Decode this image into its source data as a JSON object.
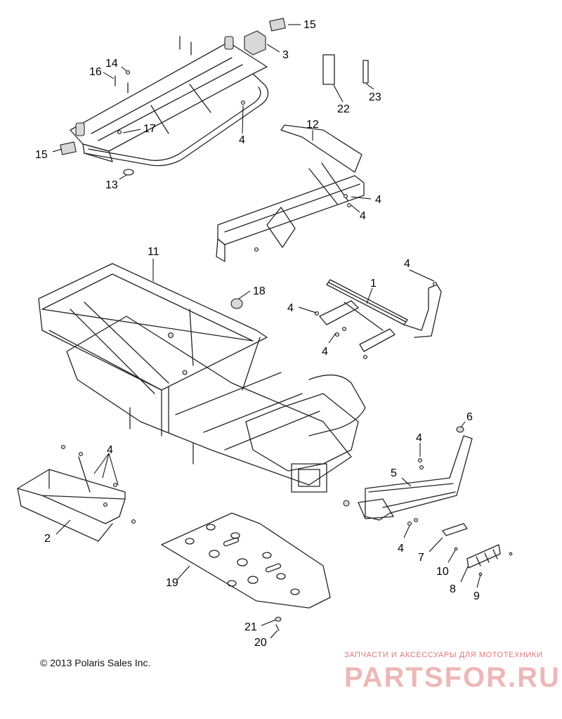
{
  "callouts": {
    "c1": "1",
    "c2": "2",
    "c3": "3",
    "c4a": "4",
    "c4b": "4",
    "c4c": "4",
    "c4d": "4",
    "c4e": "4",
    "c4f": "4",
    "c4g": "4",
    "c4h": "4",
    "c4i": "4",
    "c5": "5",
    "c6": "6",
    "c7": "7",
    "c8": "8",
    "c9": "9",
    "c10": "10",
    "c11": "11",
    "c12": "12",
    "c13": "13",
    "c14": "14",
    "c15a": "15",
    "c15b": "15",
    "c16": "16",
    "c17": "17",
    "c18": "18",
    "c19": "19",
    "c20": "20",
    "c21": "21",
    "c22": "22",
    "c23": "23"
  },
  "copyright": "© 2013 Polaris Sales Inc.",
  "watermark": {
    "tagline": "ЗАПЧАСТИ И АКСЕССУАРЫ ДЛЯ МОТОТЕХНИКИ",
    "logo": "PARTSFOR.RU"
  }
}
